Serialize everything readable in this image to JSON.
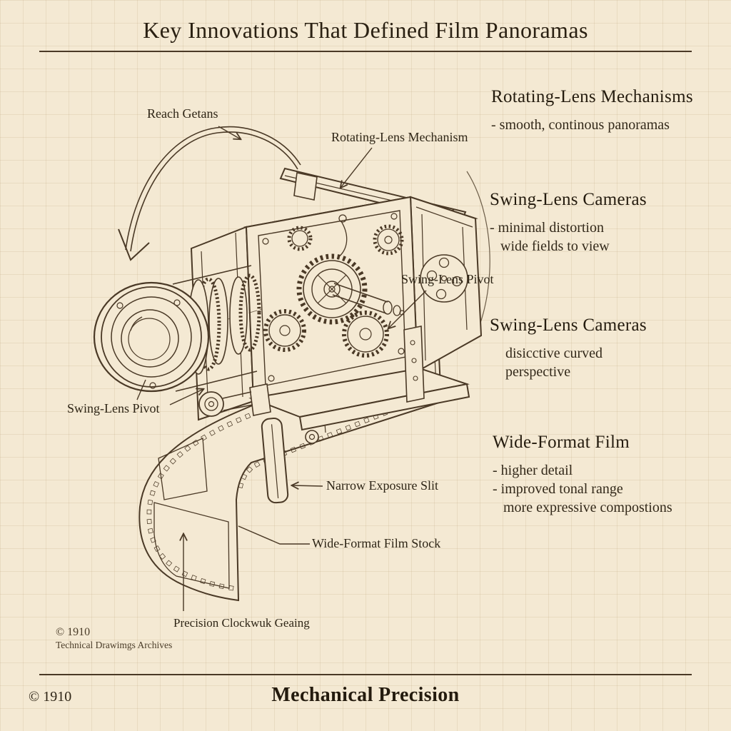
{
  "title": "Key Innovations That Defined Film Panoramas",
  "colors": {
    "paper": "#f4e9d3",
    "grid": "#e3d5b8",
    "ink": "#4a3926",
    "text": "#2b2214"
  },
  "sections": [
    {
      "heading": "Rotating-Lens Mechanisms",
      "lines": [
        "- smooth, continous panoramas"
      ]
    },
    {
      "heading": "Swing-Lens Cameras",
      "lines": [
        "- minimal distortion",
        "wide fields to view"
      ]
    },
    {
      "heading": "Swing-Lens Cameras",
      "lines": [
        "disicctive curved",
        "perspective"
      ]
    },
    {
      "heading": "Wide-Format Film",
      "lines": [
        "- higher detail",
        "- improved tonal range",
        "more expressive compostions"
      ]
    }
  ],
  "annotations": {
    "reach_getans": "Reach Getans",
    "rotating_lens_mechanism": "Rotating-Lens Mechanism",
    "swing_lens_pivot_right": "Swing-Lens Pivot",
    "swing_lens_pivot_left": "Swing-Lens Pivot",
    "narrow_exposure_slit": "Narrow Exposure Slit",
    "wide_format_film_stock": "Wide-Format Film Stock",
    "precision_gearing": "Precision Clockwuk Geaing"
  },
  "film": {
    "sprockets_outer": "▫▫▫▫▫▫▫▫▫▫▫▫▫▫▫▫▫▫▫▫▫▫▫▫▫▫▫▫▫▫▫▫▫▫▫▫▫▫▫▫▫▫▫▫▫▫▫▫▫▫▫▫▫▫",
    "sprockets_inner": "▫▫▫▫▫▫▫▫▫▫▫▫▫▫▫▫▫▫▫▫▫▫▫▫▫▫▫▫"
  },
  "archive_note": {
    "line1": "© 1910",
    "line2": "Technical Drawimgs Archives"
  },
  "footer": {
    "copyright": "© 1910",
    "title": "Mechanical Precision"
  }
}
